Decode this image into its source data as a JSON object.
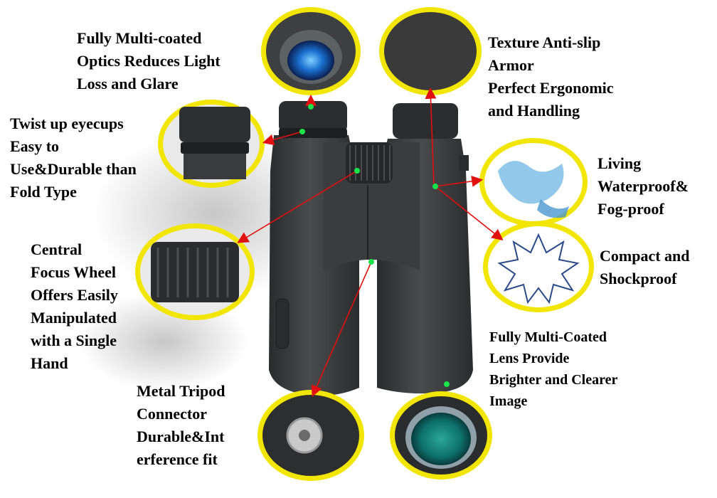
{
  "features": [
    {
      "id": "multicoated",
      "lines": [
        "Fully Multi-coated",
        "Optics Reduces Light",
        "Loss and Glare"
      ]
    },
    {
      "id": "eyecups",
      "lines": [
        "Twist up eyecups",
        "Easy to",
        "Use&Durable than",
        "Fold Type"
      ]
    },
    {
      "id": "focus",
      "lines": [
        "Central",
        "Focus Wheel",
        "Offers Easily",
        "Manipulated",
        "with a Single",
        "Hand"
      ]
    },
    {
      "id": "tripod",
      "lines": [
        "Metal Tripod",
        "Connector",
        "Durable&Int",
        "erference fit"
      ]
    },
    {
      "id": "armor",
      "lines": [
        "Texture Anti-slip",
        "Armor",
        "Perfect Ergonomic",
        "and Handling"
      ]
    },
    {
      "id": "waterproof",
      "lines": [
        "Living",
        "Waterproof&",
        "Fog-proof"
      ]
    },
    {
      "id": "shockproof",
      "lines": [
        "Compact and",
        "Shockproof"
      ]
    },
    {
      "id": "lens",
      "lines": [
        "Fully Multi-Coated",
        "Lens Provide",
        "Brighter and Clearer",
        "Image"
      ]
    }
  ],
  "colors": {
    "ring": "#f2e600",
    "body": "#3a3b3c",
    "arrow": "#e01010",
    "marker": "#19e24b"
  }
}
